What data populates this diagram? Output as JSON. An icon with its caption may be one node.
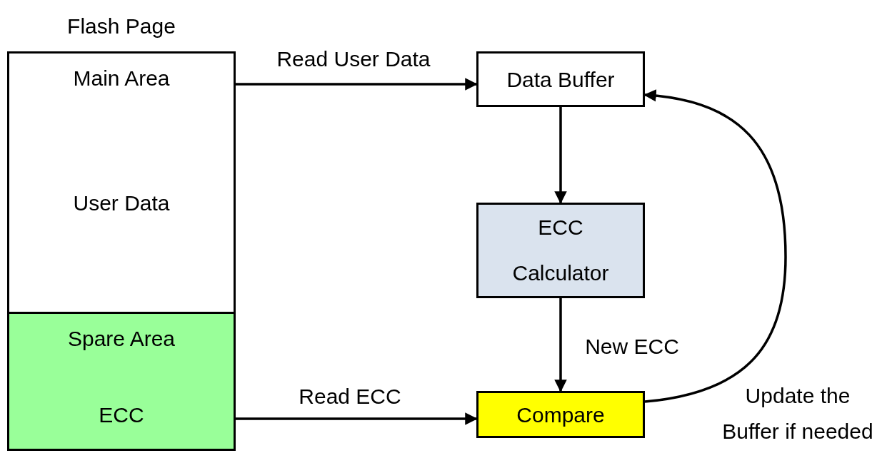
{
  "diagram": {
    "nodes": [
      {
        "text": [
          "Flash Page"
        ]
      },
      {
        "text": [
          "Main Area",
          "User Data"
        ],
        "in": 0
      },
      {
        "text": [
          "Spare Area",
          "ECC"
        ],
        "in": 0
      },
      {
        "text": [
          "Data Buffer"
        ]
      },
      {
        "text": [
          "ECC Calculator"
        ]
      },
      {
        "text": [
          "Compare"
        ]
      }
    ],
    "edges": [
      {
        "from": 1,
        "to": 3,
        "arrow": "to",
        "label": "Read User Data"
      },
      {
        "from": 3,
        "to": 4,
        "arrow": "to"
      },
      {
        "from": 4,
        "to": 5,
        "arrow": "to",
        "label": "New ECC"
      },
      {
        "from": 2,
        "to": 5,
        "arrow": "to",
        "label": "Read ECC"
      },
      {
        "from": 5,
        "to": 3,
        "arrow": "to",
        "label": "Update the Buffer if needed"
      }
    ]
  }
}
